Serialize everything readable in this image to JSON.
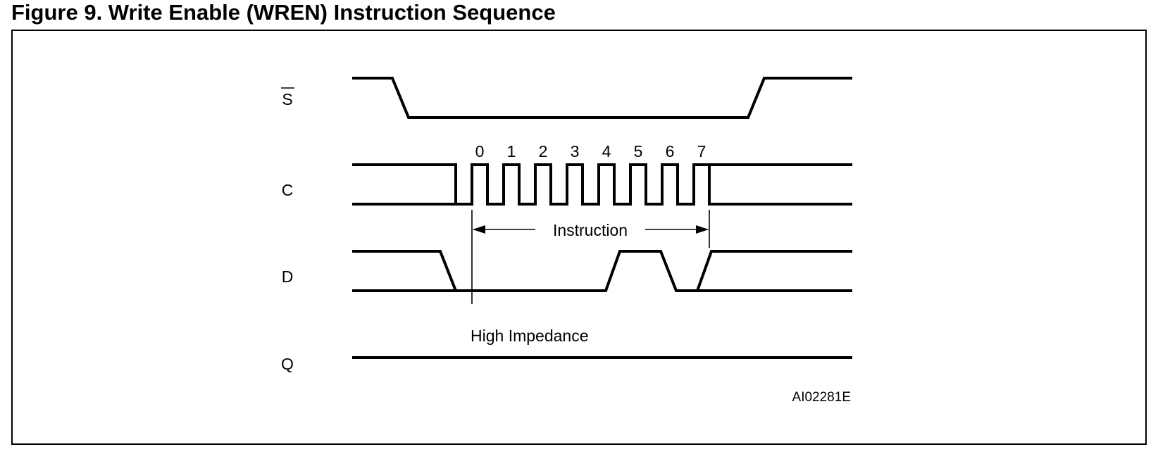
{
  "figure": {
    "title": "Figure 9. Write Enable (WREN) Instruction Sequence",
    "reference": "AI02281E"
  },
  "signals": {
    "s": {
      "label": "S",
      "overline": true
    },
    "c": {
      "label": "C"
    },
    "d": {
      "label": "D"
    },
    "q": {
      "label": "Q"
    }
  },
  "clock_bits": [
    "0",
    "1",
    "2",
    "3",
    "4",
    "5",
    "6",
    "7"
  ],
  "annotations": {
    "instruction": "Instruction",
    "high_impedance": "High Impedance"
  }
}
